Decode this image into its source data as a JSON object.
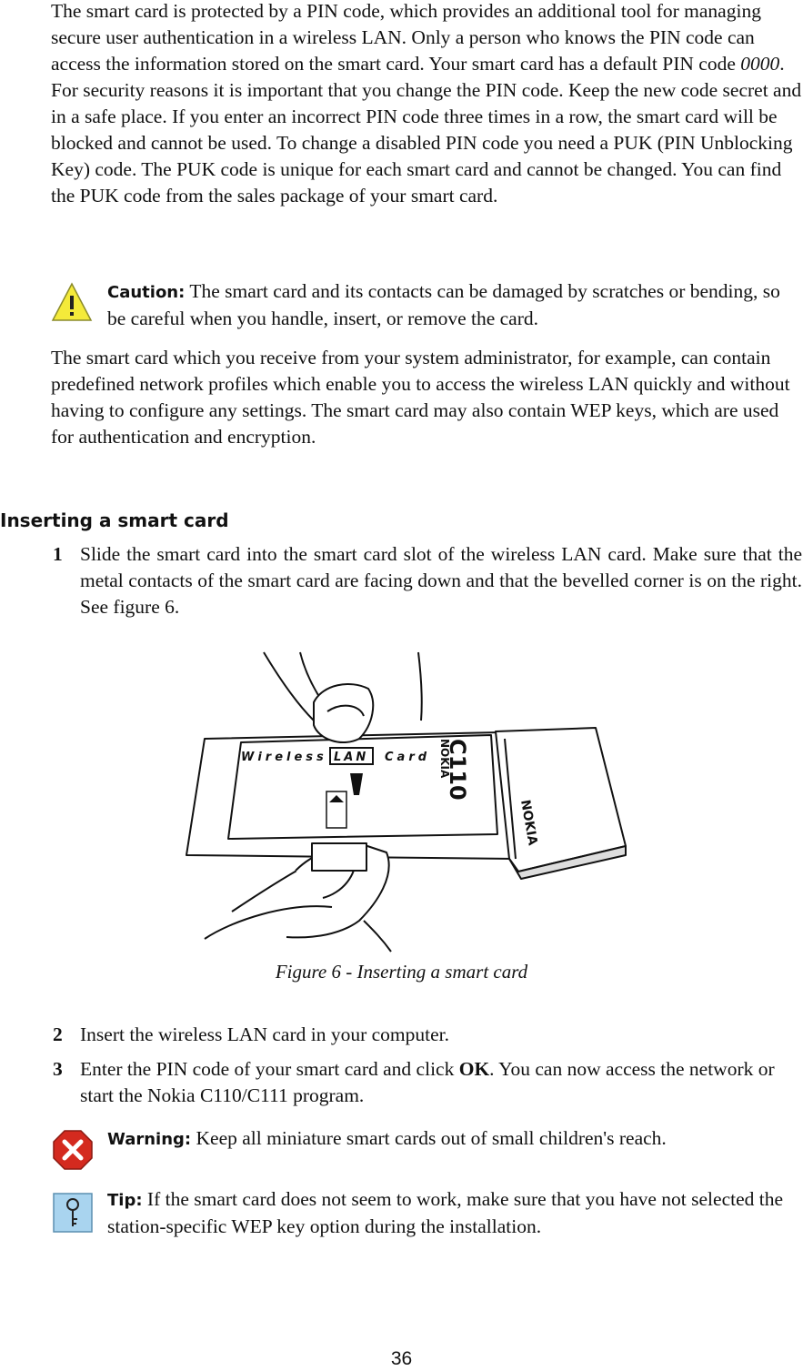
{
  "intro": {
    "p1_a": "The smart card is protected by a PIN code, which provides an additional tool for managing secure user authentication in a wireless LAN. Only a person who knows the PIN code can access the information stored on the smart card. Your smart card has a default PIN code ",
    "p1_pin": "0000",
    "p1_b": ". For security reasons it is important that you change the PIN code. Keep the new code secret and in a safe place. If you enter an incorrect PIN code three times in a row, the smart card will be blocked and cannot be used. To change a disabled PIN code you need a PUK (PIN Unblocking Key) code. The PUK code is unique for each smart card and cannot be changed. You can find the PUK code from the sales package of your smart card."
  },
  "caution": {
    "label": "Caution:",
    "text": " The smart card and its contacts can be damaged by scratches or bending, so be careful when you handle, insert, or remove the card.",
    "icon": "caution-triangle-icon"
  },
  "p2": "The smart card which you receive from your system administrator, for example, can contain predefined network profiles which enable you to access the wireless LAN quickly and without having to configure any settings. The smart card may also contain WEP keys, which are used for authentication and encryption.",
  "heading": "Inserting a smart card",
  "steps": [
    {
      "num": "1",
      "text": "Slide the smart card into the smart card slot of the wireless LAN card. Make sure that the metal contacts of the smart card are facing down and that the bevelled corner is on the right. See figure 6."
    },
    {
      "num": "2",
      "text": "Insert the wireless LAN card in your computer."
    },
    {
      "num": "3",
      "text_a": "Enter the PIN code of your smart card and click ",
      "text_ok": "OK",
      "text_b": ". You can now access the network or start the Nokia C110/C111 program."
    }
  ],
  "figure": {
    "caption": "Figure 6 - Inserting a smart card",
    "card_text_wireless": "Wireless",
    "card_text_lan": "LAN",
    "card_text_card": "Card",
    "card_brand": "NOKIA",
    "card_model": "C110",
    "card_brand2": "NOKIA"
  },
  "warning": {
    "label": "Warning:",
    "text": " Keep all miniature smart cards out of small children's reach.",
    "icon": "warning-x-icon"
  },
  "tip": {
    "label": "Tip:",
    "text": " If the smart card does not seem to work, make sure that you have not selected the station-specific WEP key option during the installation.",
    "icon": "tip-key-icon"
  },
  "page_number": "36"
}
